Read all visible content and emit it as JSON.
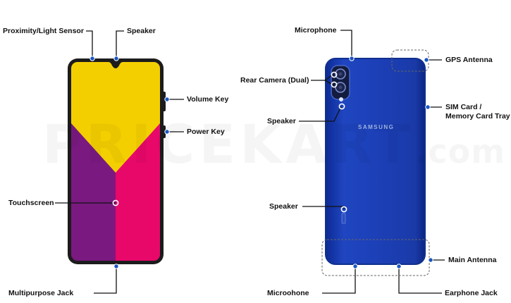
{
  "watermark": {
    "brand": "PRICEKART",
    "suffix": ".com"
  },
  "front_phone": {
    "screen_colors": {
      "yellow": "#f4cf00",
      "purple": "#7a1980",
      "pink": "#e8086a"
    },
    "frame_color": "#1c1c1c"
  },
  "back_phone": {
    "body_color": "#1b3eb5",
    "brand_text": "SAMSUNG"
  },
  "accent": "#1a56c4",
  "labels": {
    "proximity": "Proximity/Light Sensor",
    "speaker_top": "Speaker",
    "volume": "Volume Key",
    "power": "Power Key",
    "touchscreen": "Touchscreen",
    "multipurpose": "Multipurpose Jack",
    "microphone_top": "Microphone",
    "gps": "GPS Antenna",
    "rear_camera": "Rear Camera (Dual)",
    "speaker_back_upper": "Speaker",
    "sim_line1": "SIM Card /",
    "sim_line2": "Memory Card Tray",
    "speaker_back_lower": "Speaker",
    "main_antenna": "Main Antenna",
    "microphone_bottom": "Microohone",
    "earphone": "Earphone Jack"
  }
}
